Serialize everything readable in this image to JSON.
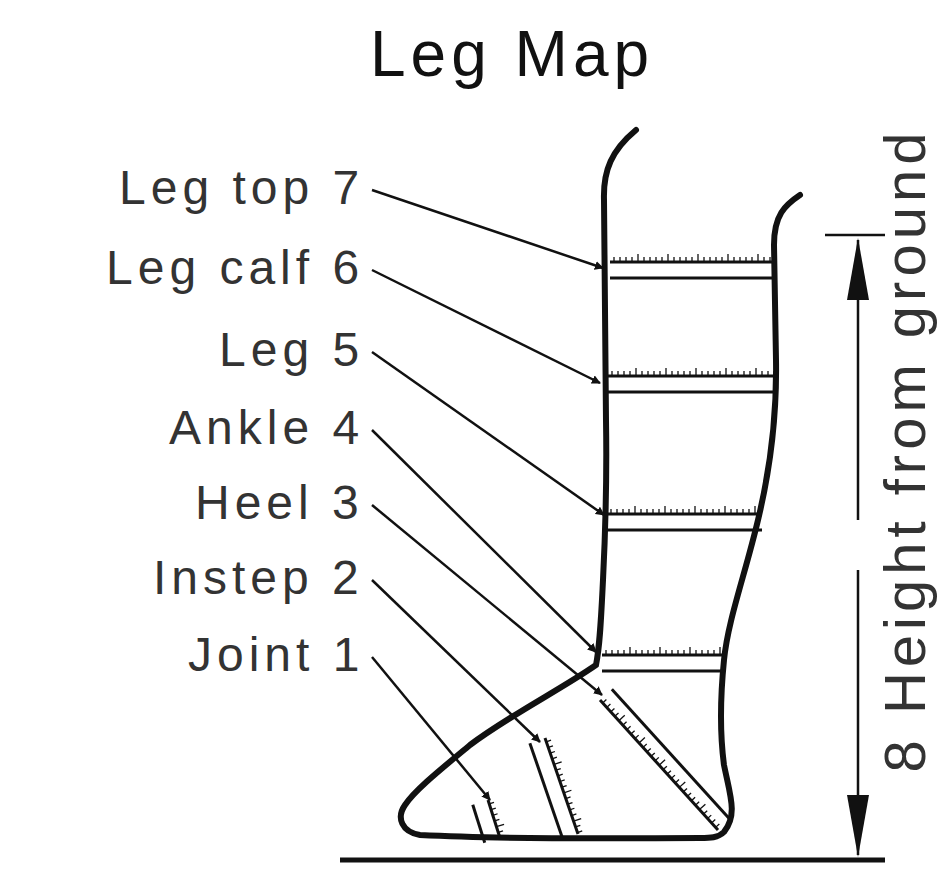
{
  "diagram": {
    "title": "Leg Map",
    "labels": [
      "Leg top 7",
      "Leg calf 6",
      "Leg 5",
      "Ankle 4",
      "Heel 3",
      "Instep 2",
      "Joint 1",
      "8 Height from ground"
    ]
  }
}
